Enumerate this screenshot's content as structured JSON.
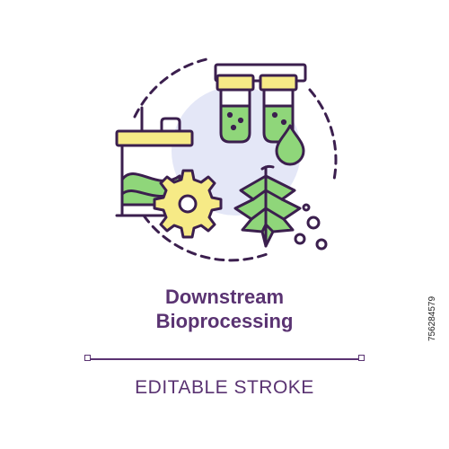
{
  "title_line_1": "Downstream",
  "title_line_2": "Bioprocessing",
  "caption": "EDITABLE STROKE",
  "stock_id": "756284579",
  "colors": {
    "outline": "#3b1f4e",
    "title": "#5a3372",
    "accent_green": "#8fd67a",
    "accent_yellow": "#f6ea86",
    "circle_bg": "#e4e7f7",
    "caption": "#5a3372"
  },
  "icons": [
    "bioreactor-tank-icon",
    "gear-icon",
    "filter-cartridges-icon",
    "droplet-icon",
    "hop-cone-icon",
    "bubbles-icon"
  ]
}
